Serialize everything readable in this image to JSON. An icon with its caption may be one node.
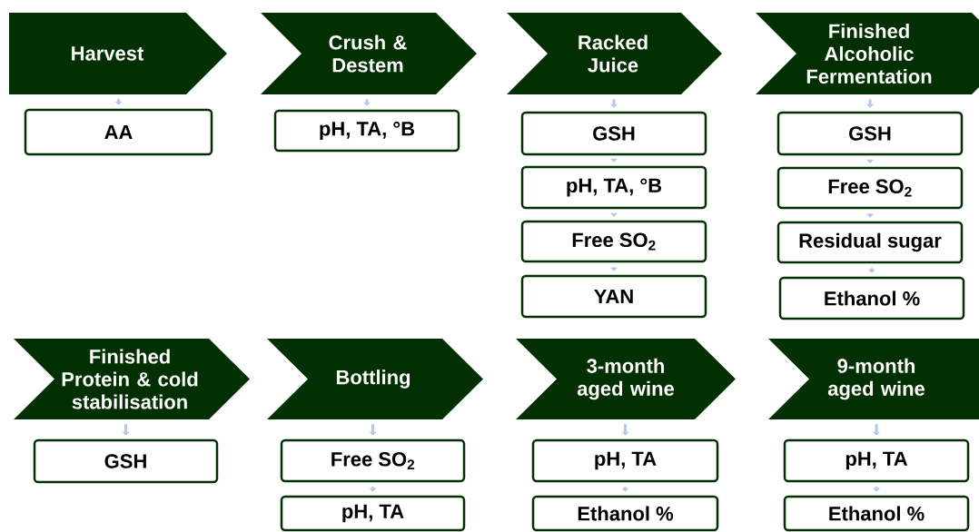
{
  "diagram": {
    "nodes": [
      {
        "text": [
          "Harvest"
        ]
      },
      {
        "text": [
          "AA"
        ]
      },
      {
        "text": [
          "Crush & Destem"
        ]
      },
      {
        "text": [
          "pH, TA, °B"
        ]
      },
      {
        "text": [
          "Racked Juice"
        ]
      },
      {
        "text": [
          "GSH"
        ]
      },
      {
        "text": [
          "pH, TA, °B"
        ]
      },
      {
        "text": [
          "Free SO$_{2}$"
        ]
      },
      {
        "text": [
          "YAN"
        ]
      },
      {
        "text": [
          "Finished Alcoholic Fermentation"
        ]
      },
      {
        "text": [
          "GSH"
        ]
      },
      {
        "text": [
          "Free SO$_{2}$"
        ]
      },
      {
        "text": [
          "Residual sugar"
        ]
      },
      {
        "text": [
          "Ethanol %"
        ]
      },
      {
        "text": [
          "Finished Protein & cold stabilisation"
        ]
      },
      {
        "text": [
          "GSH"
        ]
      },
      {
        "text": [
          "Bottling"
        ]
      },
      {
        "text": [
          "Free SO$_{2}$"
        ]
      },
      {
        "text": [
          "pH, TA"
        ]
      },
      {
        "text": [
          "3-month aged wine"
        ]
      },
      {
        "text": [
          "pH, TA"
        ]
      },
      {
        "text": [
          "Ethanol %"
        ]
      },
      {
        "text": [
          "9-month aged wine"
        ]
      },
      {
        "text": [
          "pH, TA"
        ]
      },
      {
        "text": [
          "Ethanol %"
        ]
      }
    ],
    "edges": [
      {
        "from": 0,
        "to": 1,
        "arrow": "to"
      },
      {
        "from": 2,
        "to": 3,
        "arrow": "to"
      },
      {
        "from": 4,
        "to": 5,
        "arrow": "to"
      },
      {
        "from": 5,
        "to": 6,
        "arrow": "to"
      },
      {
        "from": 6,
        "to": 7,
        "arrow": "to"
      },
      {
        "from": 7,
        "to": 8,
        "arrow": "to"
      },
      {
        "from": 9,
        "to": 10,
        "arrow": "to"
      },
      {
        "from": 10,
        "to": 11,
        "arrow": "to"
      },
      {
        "from": 11,
        "to": 12,
        "arrow": "to"
      },
      {
        "from": 12,
        "to": 13,
        "arrow": "to"
      },
      {
        "from": 14,
        "to": 15,
        "arrow": "to"
      },
      {
        "from": 16,
        "to": 17,
        "arrow": "to"
      },
      {
        "from": 17,
        "to": 18,
        "arrow": "to"
      },
      {
        "from": 19,
        "to": 20,
        "arrow": "to"
      },
      {
        "from": 20,
        "to": 21,
        "arrow": "to"
      },
      {
        "from": 22,
        "to": 23,
        "arrow": "to"
      },
      {
        "from": 23,
        "to": 24,
        "arrow": "to"
      }
    ]
  }
}
